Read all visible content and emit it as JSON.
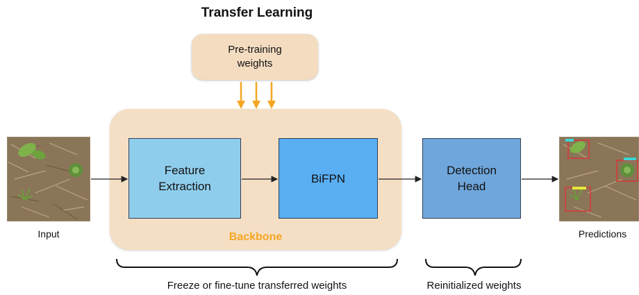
{
  "title": "Transfer Learning",
  "pretraining": {
    "line1": "Pre-training",
    "line2": "weights"
  },
  "backbone": {
    "label": "Backbone"
  },
  "blocks": {
    "feature": {
      "line1": "Feature",
      "line2": "Extraction"
    },
    "bifpn": "BiFPN",
    "head": {
      "line1": "Detection",
      "line2": "Head"
    }
  },
  "captions": {
    "input": "Input",
    "predictions": "Predictions"
  },
  "braces": {
    "left": "Freeze or fine-tune transferred weights",
    "right": "Reinitialized weights"
  },
  "colors": {
    "pretraining_box": "#f3dcc0",
    "backbone_region": "#f5dfc4",
    "backbone_label": "#f5a623",
    "feature_block": "#8fcdec",
    "bifpn_block": "#5aaef2",
    "head_block": "#6fa6dc",
    "weight_arrows": "#f5a623",
    "prediction_box": "#d43a3a",
    "prediction_markers": [
      "#3ad6d6",
      "#e8e83a",
      "#3ad6d6"
    ]
  }
}
